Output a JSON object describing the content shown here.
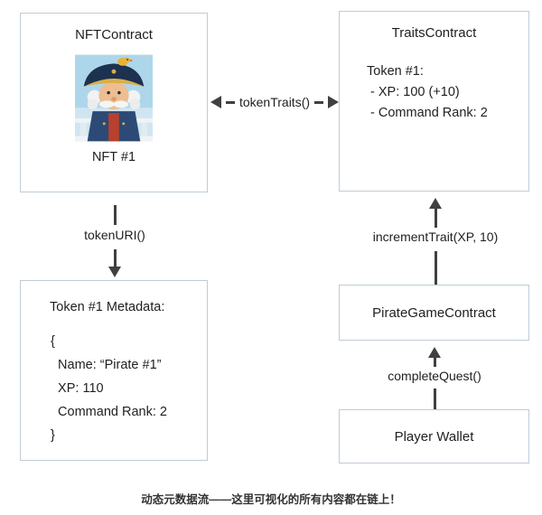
{
  "nft_contract": {
    "title": "NFTContract",
    "image_caption": "NFT #1"
  },
  "traits_contract": {
    "title": "TraitsContract",
    "lines": [
      "Token #1:",
      " - XP: 100 (+10)",
      " - Command Rank: 2"
    ]
  },
  "metadata_box": {
    "title": "Token #1 Metadata:",
    "lines": [
      "{",
      "  Name: “Pirate #1”",
      "  XP: 110",
      "  Command Rank: 2",
      "}"
    ]
  },
  "game_contract": {
    "title": "PirateGameContract"
  },
  "player_wallet": {
    "title": "Player Wallet"
  },
  "arrows": {
    "token_traits": "tokenTraits()",
    "token_uri": "tokenURI()",
    "increment_trait": "incrementTrait(XP, 10)",
    "complete_quest": "completeQuest()"
  },
  "caption": "动态元数据流——这里可视化的所有内容都在链上！",
  "colors": {
    "box_border": "#bfccd6",
    "arrow": "#404040",
    "text": "#1f1f1f"
  }
}
